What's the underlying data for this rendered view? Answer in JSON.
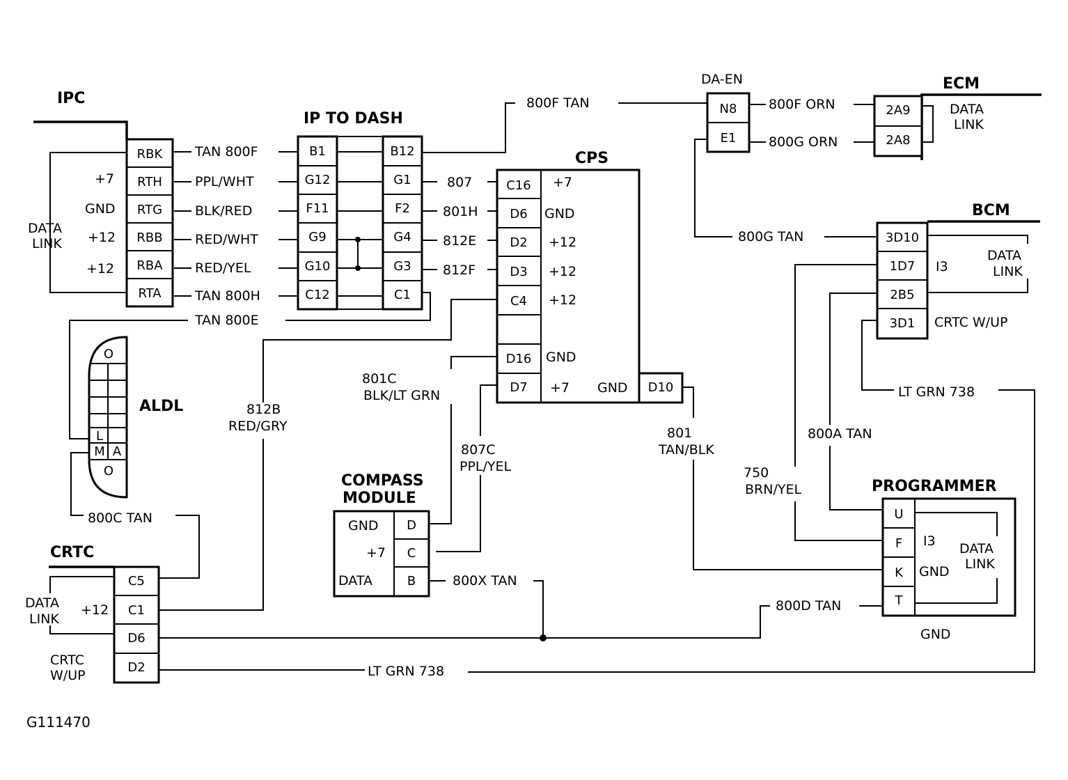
{
  "figure_id": "G111470",
  "components": {
    "ipc": {
      "title": "IPC",
      "pins": [
        "RBK",
        "RTH",
        "RTG",
        "RBB",
        "RBA",
        "RTA"
      ],
      "side_labels": [
        "+7",
        "GND",
        "+12",
        "+12"
      ],
      "data_link": [
        "DATA",
        "LINK"
      ]
    },
    "ip_to_dash": {
      "title": "IP TO DASH",
      "left_pins": [
        "B1",
        "G12",
        "F11",
        "G9",
        "G10",
        "C12"
      ],
      "right_pins": [
        "B12",
        "G1",
        "F2",
        "G4",
        "G3",
        "C1"
      ]
    },
    "cps": {
      "title": "CPS",
      "pins": [
        "C16",
        "D6",
        "D2",
        "D3",
        "C4",
        "",
        "D16",
        "D7"
      ],
      "pin_labels": [
        "+7",
        "GND",
        "+12",
        "+12",
        "+12",
        "",
        "GND",
        "+7"
      ],
      "right_pin": "D10",
      "right_pin_label": "GND"
    },
    "da_en": {
      "title": "DA-EN",
      "pins": [
        "N8",
        "E1"
      ]
    },
    "ecm": {
      "title": "ECM",
      "pins": [
        "2A9",
        "2A8"
      ],
      "data_link": [
        "DATA",
        "LINK"
      ]
    },
    "bcm": {
      "title": "BCM",
      "pins": [
        "3D10",
        "1D7",
        "2B5",
        "3D1"
      ],
      "pin_labels": [
        "",
        "I3",
        "CRTC W/UP",
        ""
      ],
      "data_link": [
        "DATA",
        "LINK"
      ]
    },
    "aldl": {
      "title": "ALDL",
      "cells": [
        "O",
        "L",
        "M",
        "A",
        "O"
      ]
    },
    "compass": {
      "title_line1": "COMPASS",
      "title_line2": "MODULE",
      "labels": [
        "GND",
        "+7",
        "DATA"
      ],
      "pins": [
        "D",
        "C",
        "B"
      ]
    },
    "crtc": {
      "title": "CRTC",
      "pins": [
        "C5",
        "C1",
        "D6",
        "D2"
      ],
      "labels": [
        "+12"
      ],
      "data_link": [
        "DATA",
        "LINK"
      ],
      "crtc_wup": [
        "CRTC",
        "W/UP"
      ]
    },
    "programmer": {
      "title": "PROGRAMMER",
      "pins": [
        "U",
        "F",
        "K",
        "T"
      ],
      "pin_labels": [
        "",
        "I3",
        "GND",
        ""
      ],
      "data_link": [
        "DATA",
        "LINK"
      ],
      "gnd": "GND"
    }
  },
  "wires": {
    "ipc_dash": [
      "TAN 800F",
      "PPL/WHT",
      "BLK/RED",
      "RED/WHT",
      "RED/YEL",
      "TAN 800H"
    ],
    "tan_800e": "TAN 800E",
    "cps_in": [
      "807",
      "801H",
      "812E",
      "812F"
    ],
    "w800f_tan": "800F TAN",
    "w800f_orn": "800F ORN",
    "w800g_orn": "800G ORN",
    "w800g_tan": "800G TAN",
    "w812b": [
      "812B",
      "RED/GRY"
    ],
    "w801c": [
      "801C",
      "BLK/LT GRN"
    ],
    "w807c": [
      "807C",
      "PPL/YEL"
    ],
    "w801": [
      "801",
      "TAN/BLK"
    ],
    "w750": [
      "750",
      "BRN/YEL"
    ],
    "w800a": "800A TAN",
    "ltgrn_top": "LT GRN 738",
    "w800c": "800C TAN",
    "w800x": "800X TAN",
    "w800d": "800D TAN",
    "ltgrn_bottom": "LT GRN 738"
  }
}
